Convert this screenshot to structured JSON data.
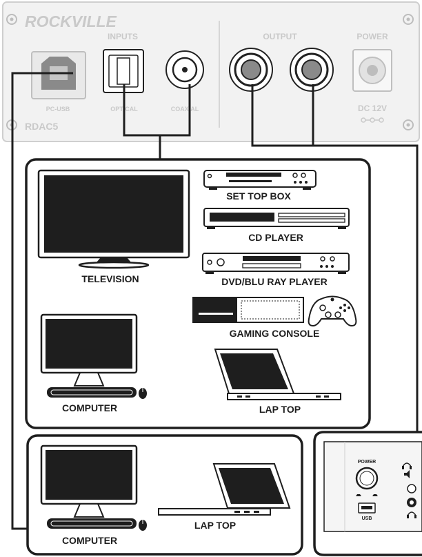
{
  "device": {
    "brand": "ROCKVILLE",
    "model": "RDAC5",
    "section_inputs": "INPUTS",
    "section_output": "OUTPUT",
    "section_power": "POWER",
    "port_pc_usb": "PC-USB",
    "port_optical": "OPTICAL",
    "port_coaxial": "COAXIAL",
    "power_rating": "DC 12V"
  },
  "sources_main": {
    "television": "TELEVISION",
    "set_top_box": "SET TOP BOX",
    "cd_player": "CD PLAYER",
    "dvd_bluray": "DVD/BLU RAY PLAYER",
    "gaming_console": "GAMING CONSOLE",
    "computer": "COMPUTER",
    "laptop": "LAP TOP"
  },
  "sources_usb": {
    "computer": "COMPUTER",
    "laptop": "LAP TOP"
  },
  "amp_panel": {
    "power_label": "POWER",
    "usb_label": "USB"
  },
  "colors": {
    "line": "#1e1e1e",
    "device_fill": "#f1f1f1",
    "device_text": "#c9c9c9"
  }
}
